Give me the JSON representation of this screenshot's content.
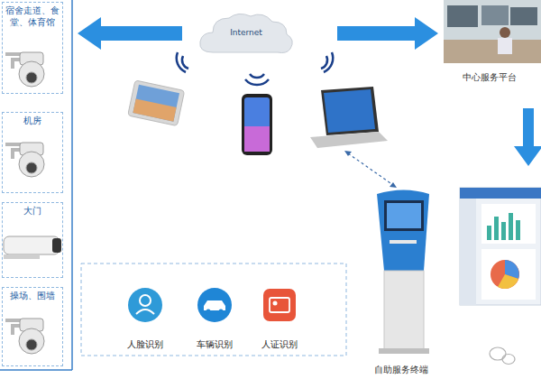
{
  "diagram": {
    "nodes": [
      {
        "text": [
          "宿舍走道、食堂、体育馆"
        ]
      },
      {
        "text": [
          "机房"
        ]
      },
      {
        "text": [
          "大门"
        ]
      },
      {
        "text": [
          "操场、围墙"
        ]
      },
      {
        "text": [
          "Internet"
        ]
      },
      {
        "text": [
          "中心服务平台"
        ]
      },
      {
        "text": [
          "自助服务终端"
        ]
      },
      {
        "text": [
          "人脸识别"
        ]
      },
      {
        "text": [
          "车辆识别"
        ]
      },
      {
        "text": [
          "人证识别"
        ]
      }
    ],
    "edges": [
      {
        "from": 4,
        "to": 0,
        "arrow": "to"
      },
      {
        "from": 4,
        "to": 5,
        "arrow": "to"
      }
    ]
  }
}
